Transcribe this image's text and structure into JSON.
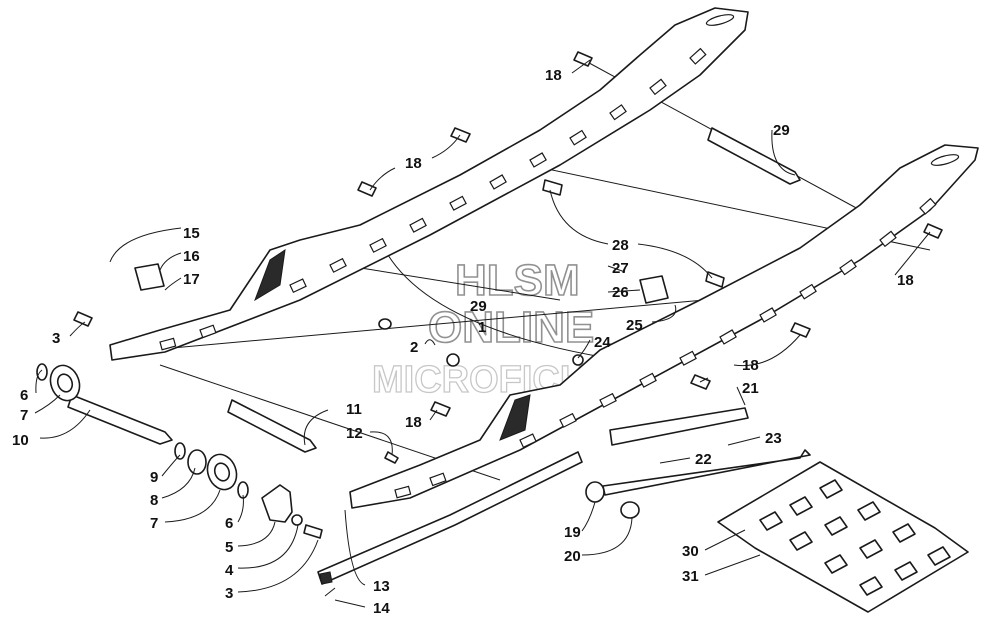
{
  "watermark": {
    "line1": "HLSM",
    "line2": "ONLINE",
    "line3": "MICROFICHE"
  },
  "callouts": [
    "18",
    "29",
    "18",
    "15",
    "16",
    "17",
    "28",
    "27",
    "26",
    "29",
    "1",
    "25",
    "18",
    "3",
    "2",
    "24",
    "6",
    "18",
    "7",
    "21",
    "10",
    "11",
    "18",
    "12",
    "23",
    "22",
    "9",
    "8",
    "7",
    "6",
    "19",
    "5",
    "20",
    "30",
    "4",
    "31",
    "13",
    "3",
    "14"
  ]
}
